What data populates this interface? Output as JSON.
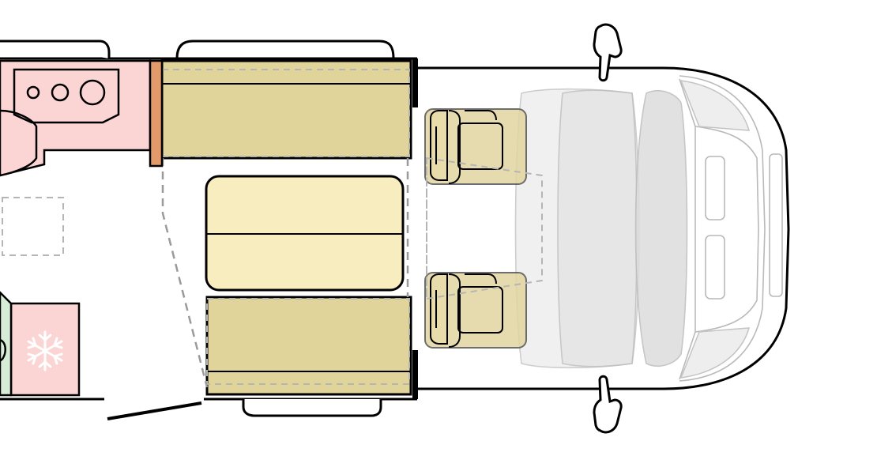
{
  "colors": {
    "background": "#ffffff",
    "outline": "#000000",
    "kitchen": "#fbd5d3",
    "kitchen_edge": "#e39a6a",
    "bench": "#e1d49a",
    "table": "#f7edbe",
    "cabin_seat": "#e2d5a0",
    "cab_ghost": "#e6e6e6",
    "shower": "#d6ecd6",
    "dashed_lines": "#9a9a9a"
  },
  "icons": [
    "snowflake-icon",
    "stove-burner-icon",
    "side-mirror-icon"
  ],
  "diagram": {
    "type": "camper-van-floor-plan",
    "view": "top-down",
    "zones": [
      "kitchen",
      "dinette",
      "cab"
    ]
  }
}
